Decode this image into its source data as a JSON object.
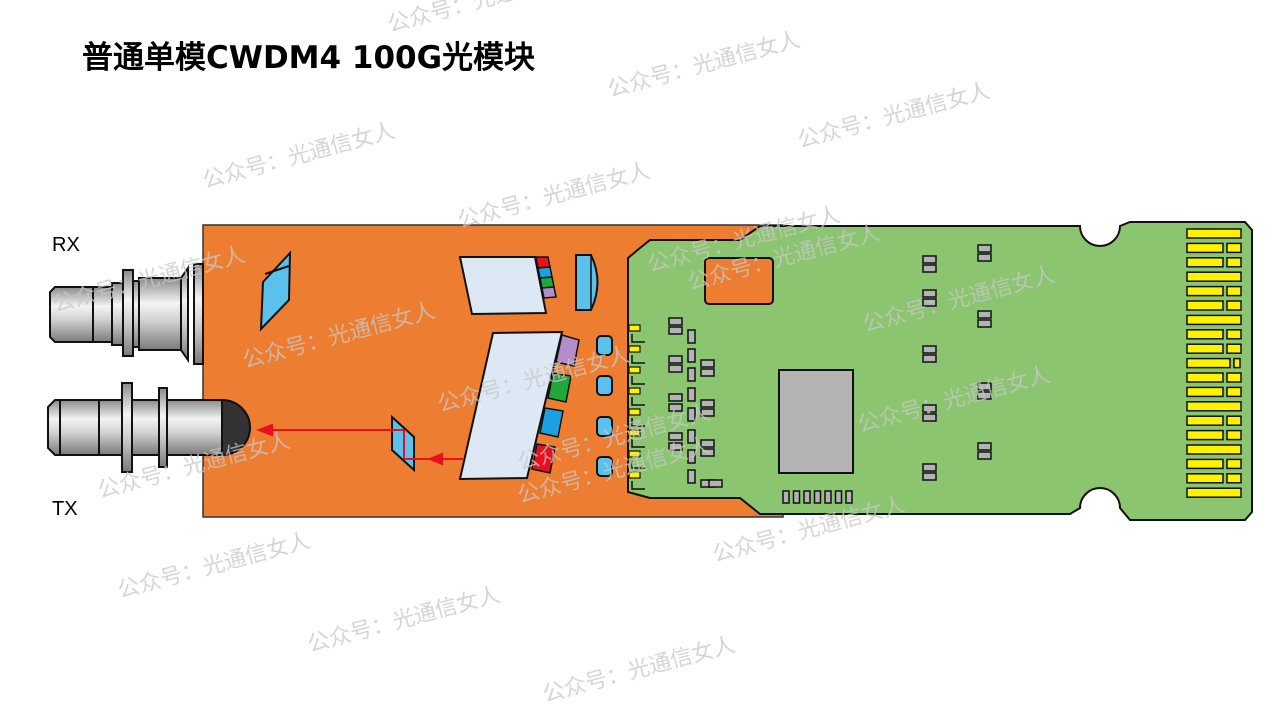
{
  "title": "普通单模CWDM4 100G光模块",
  "labels": {
    "rx": "RX",
    "tx": "TX"
  },
  "watermark": "公众号：光通信女人",
  "colors": {
    "housing": "#ED7D31",
    "pcb": "#8BC56F",
    "gold_finger": "#FFF200",
    "optics": "#DDE8F5",
    "lens": "#5BC0EB",
    "laser_red": "#E8101E",
    "laser_blue": "#1BA1E2",
    "laser_green": "#20A83A",
    "laser_purple": "#B48CC8",
    "beam": "#E8101E",
    "chip": "#B3B3B3"
  }
}
